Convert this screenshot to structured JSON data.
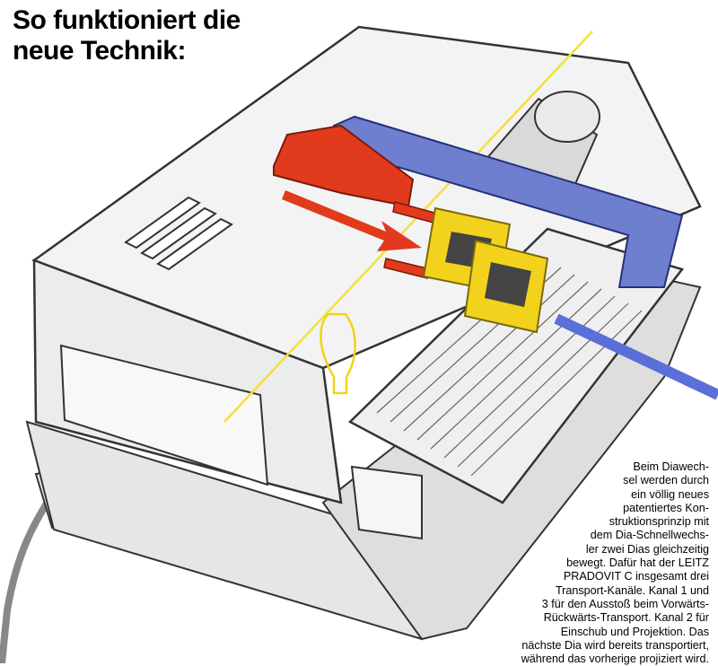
{
  "headline": {
    "line1": "So funktioniert die",
    "line2": "neue Technik:"
  },
  "caption": {
    "lines": [
      "Beim Diawech-",
      "sel werden durch",
      "ein völlig neues",
      "patentiertes Kon-",
      "struktionsprinzip mit",
      "dem Dia-Schnellwechs-",
      "ler zwei Dias gleichzeitig",
      "bewegt. Dafür hat der LEITZ",
      "PRADOVIT C insgesamt drei",
      "Transport-Kanäle. Kanal 1 und",
      "3 für den Ausstoß beim Vorwärts-",
      "Rückwärts-Transport. Kanal 2 für",
      "Einschub und Projektion. Das",
      "nächste Dia wird bereits transportiert,",
      "während das vorherige projiziert wird."
    ]
  },
  "colors": {
    "housing": "#f1f1f1",
    "outline": "#3a3a3a",
    "red_part": "#e23a1c",
    "blue_part": "#6e7fd0",
    "slide_yellow": "#f2d21c",
    "light_beam": "#f2e13a"
  }
}
